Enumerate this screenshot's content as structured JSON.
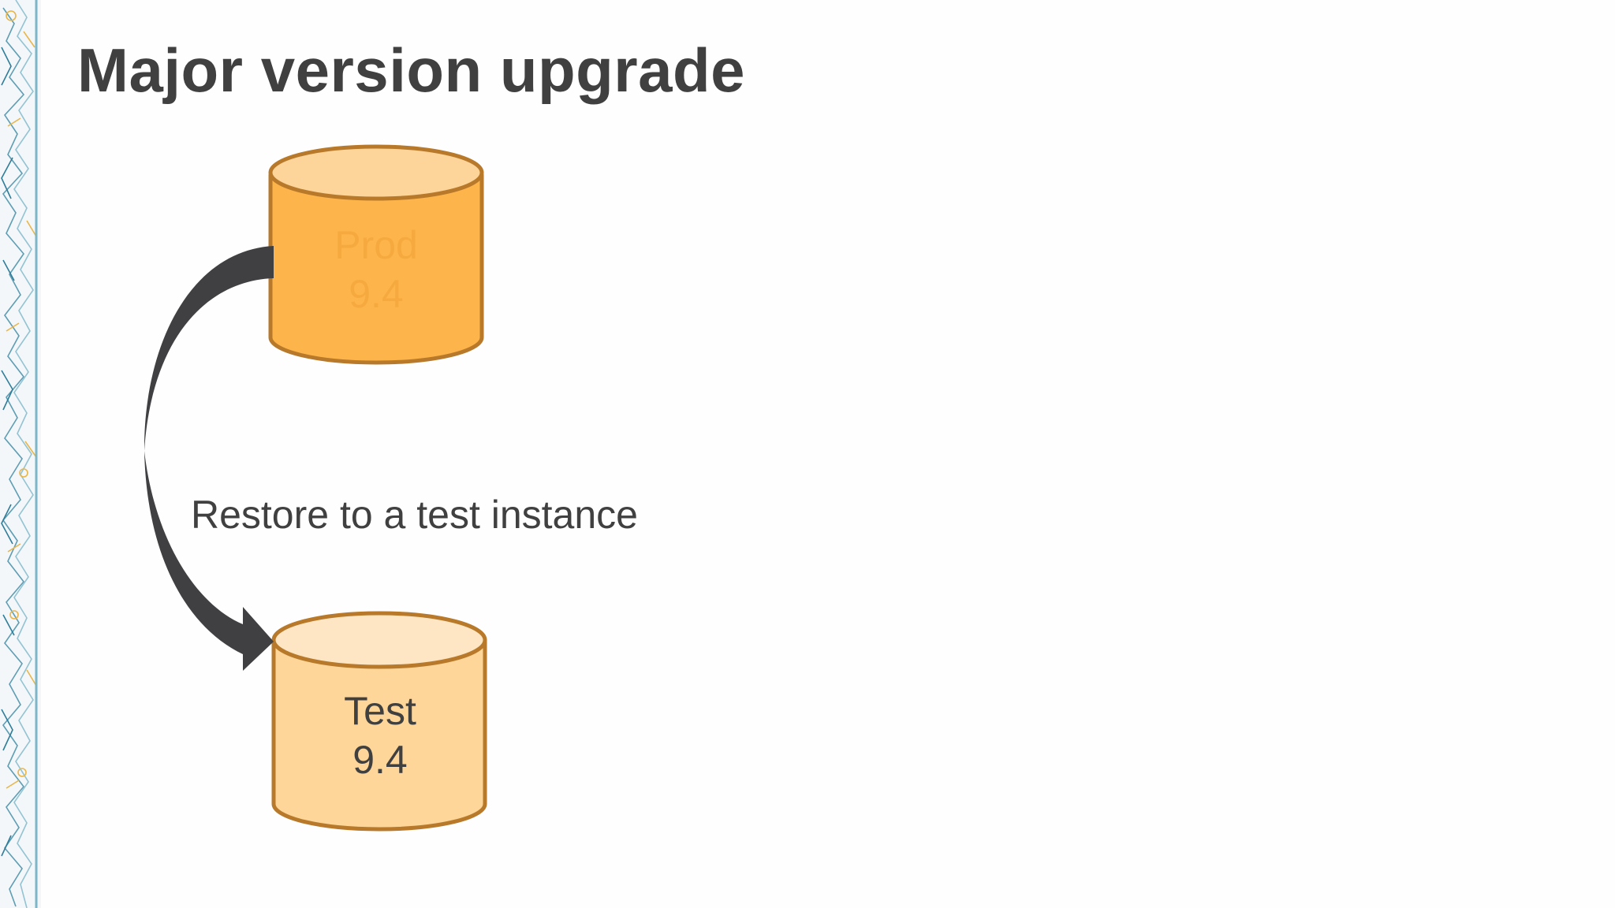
{
  "slide": {
    "title": "Major version upgrade"
  },
  "colors": {
    "title_text": "#404040",
    "prod_fill": "#fdb44b",
    "prod_top": "#fdd49a",
    "prod_label": "#f6a93e",
    "test_fill": "#fed699",
    "test_top": "#fee5c4",
    "cylinder_stroke": "#b87a2a",
    "arrow": "#404042",
    "caption_text": "#404040"
  },
  "diagram": {
    "source_db": {
      "name": "Prod",
      "version": "9.4"
    },
    "target_db": {
      "name": "Test",
      "version": "9.4"
    },
    "arrow_caption": "Restore to a test instance"
  }
}
